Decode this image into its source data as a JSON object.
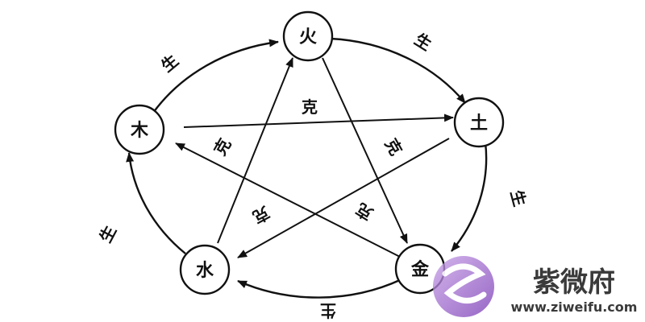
{
  "elements": {
    "fire": "火",
    "earth": "土",
    "metal": "金",
    "water": "水",
    "wood": "木"
  },
  "relations": {
    "generate": "生",
    "overcome": "克"
  },
  "watermark": {
    "brand": "紫微府",
    "url": "www.ziweifu.com",
    "accent_color": "#8e4fc2"
  }
}
